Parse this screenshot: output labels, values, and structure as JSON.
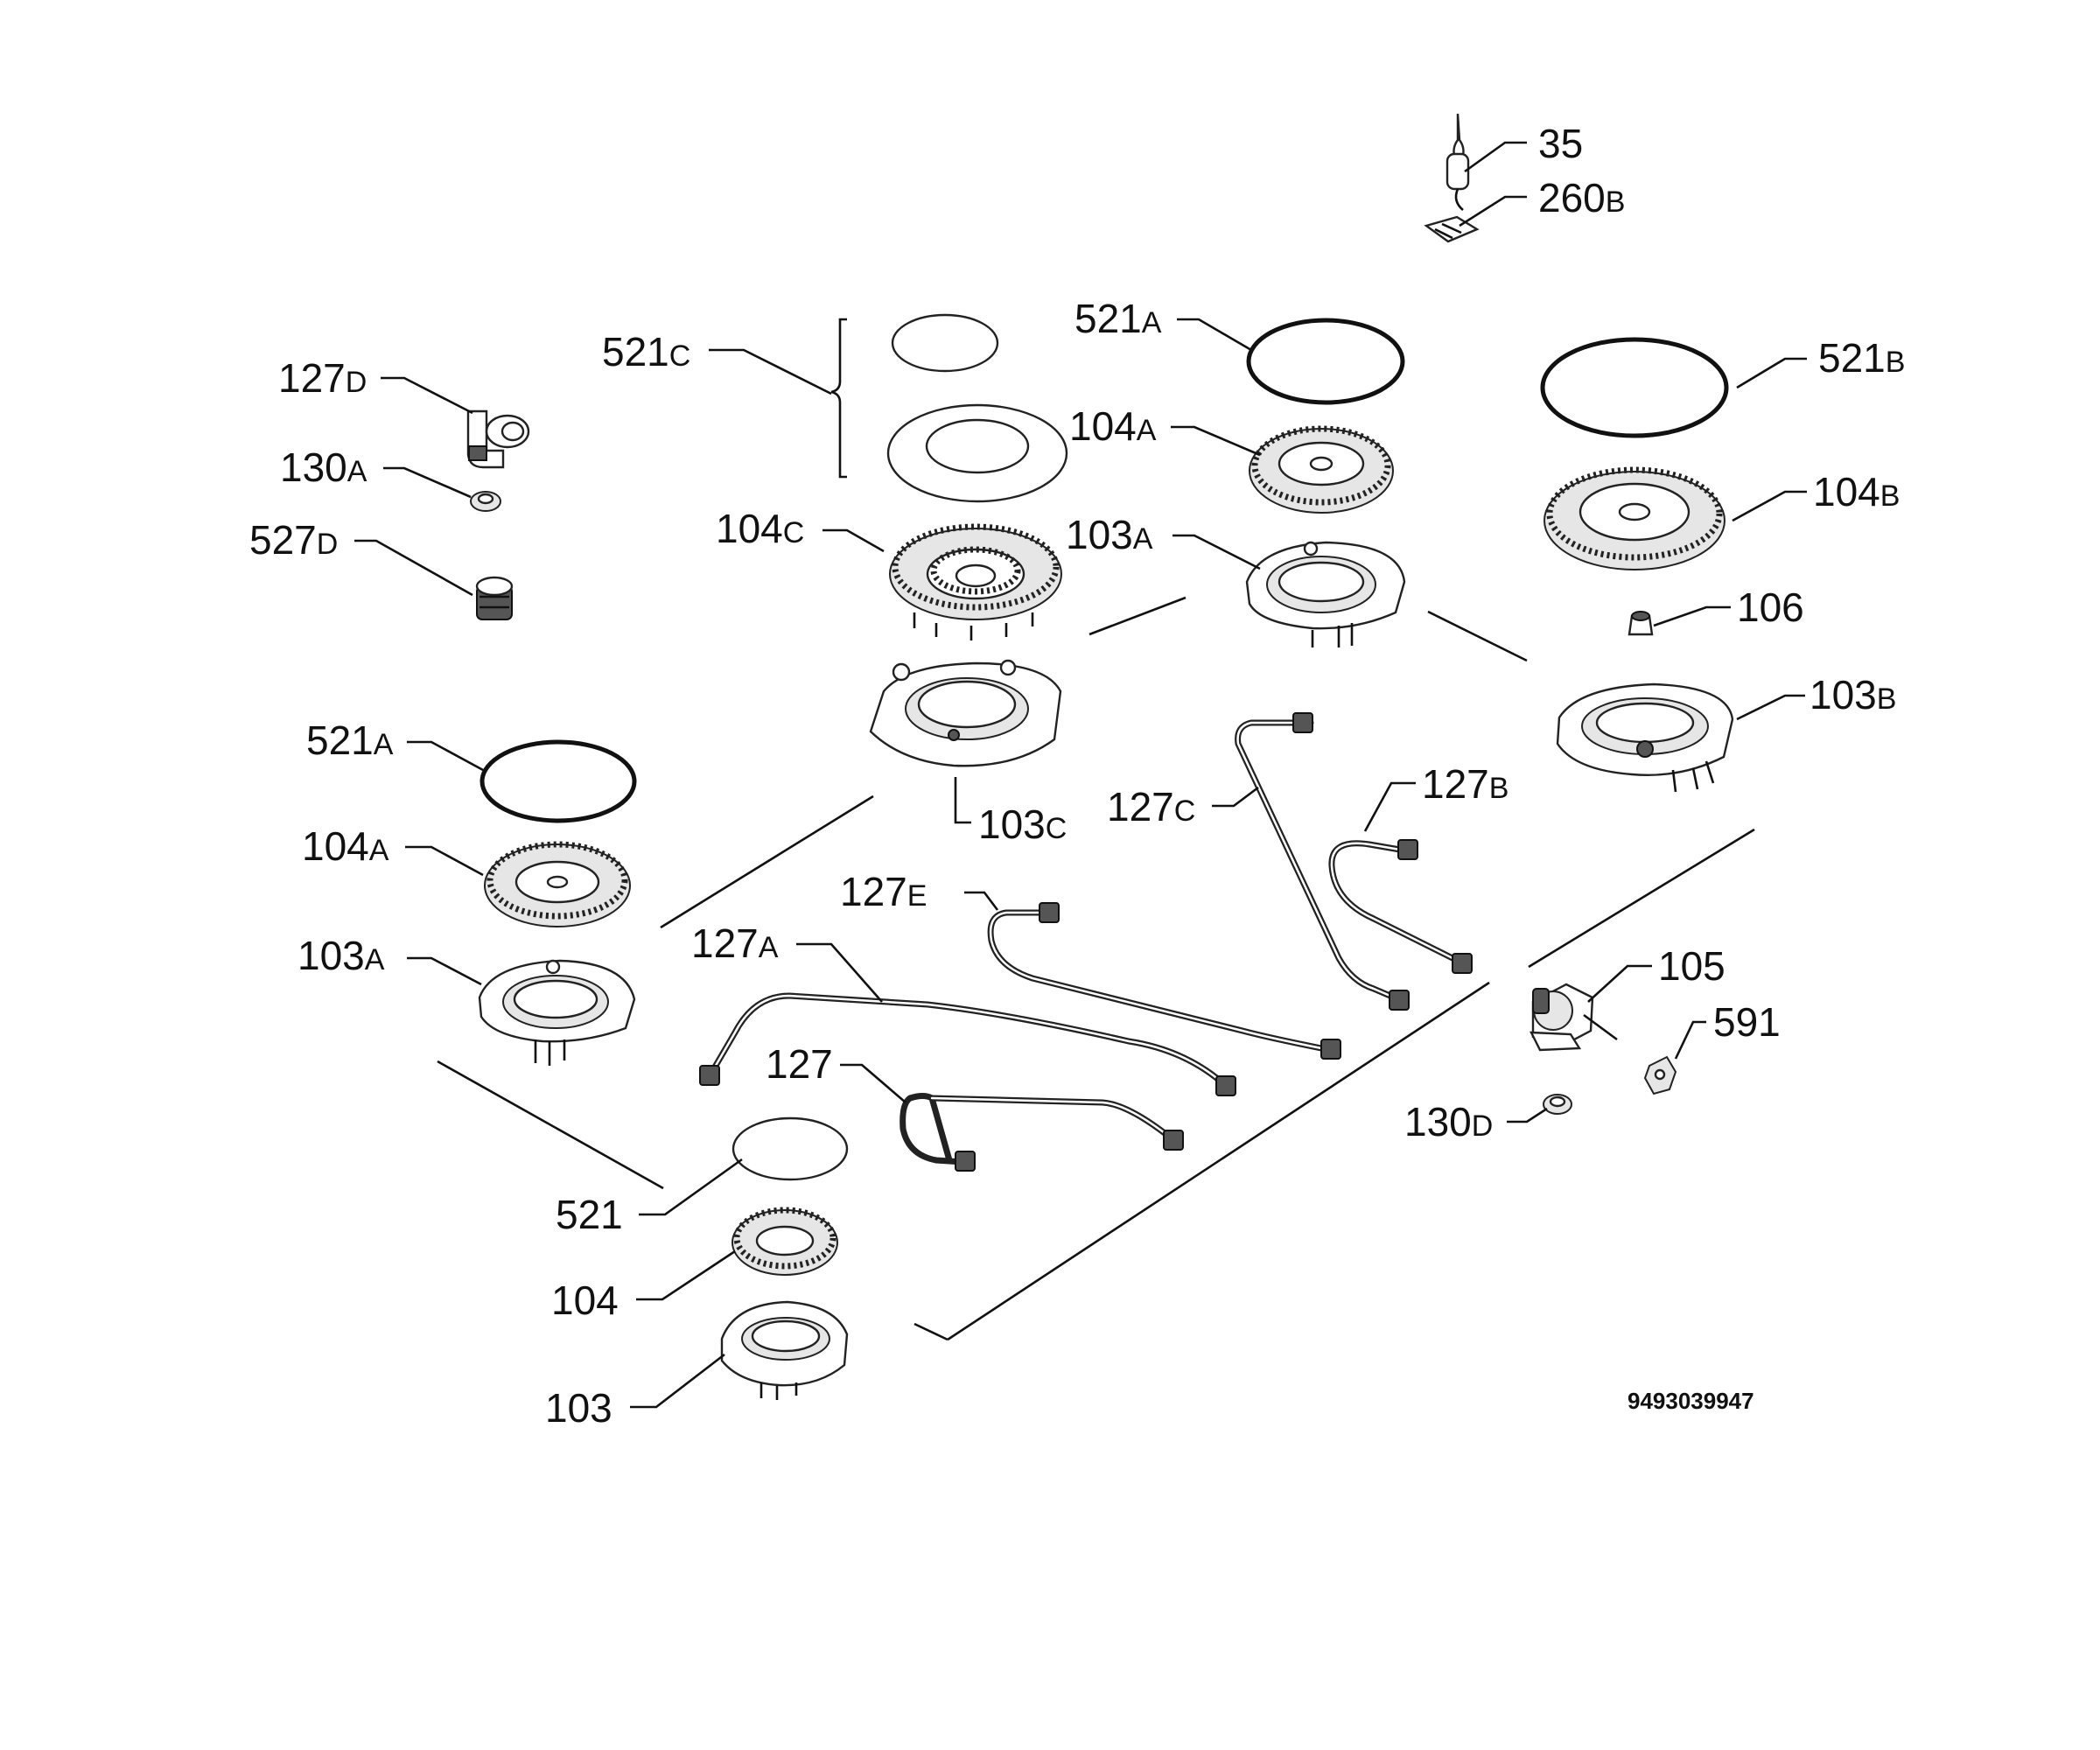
{
  "callouts": [
    {
      "id": "c35",
      "num": "35",
      "suffix": ""
    },
    {
      "id": "c260b",
      "num": "260",
      "suffix": "B"
    },
    {
      "id": "c127d",
      "num": "127",
      "suffix": "D"
    },
    {
      "id": "c130a",
      "num": "130",
      "suffix": "A"
    },
    {
      "id": "c527d",
      "num": "527",
      "suffix": "D"
    },
    {
      "id": "c521c",
      "num": "521",
      "suffix": "C"
    },
    {
      "id": "c104c",
      "num": "104",
      "suffix": "C"
    },
    {
      "id": "c103c",
      "num": "103",
      "suffix": "C"
    },
    {
      "id": "c521a1",
      "num": "521",
      "suffix": "A"
    },
    {
      "id": "c104a1",
      "num": "104",
      "suffix": "A"
    },
    {
      "id": "c103a1",
      "num": "103",
      "suffix": "A"
    },
    {
      "id": "c521b",
      "num": "521",
      "suffix": "B"
    },
    {
      "id": "c104b",
      "num": "104",
      "suffix": "B"
    },
    {
      "id": "c106",
      "num": "106",
      "suffix": ""
    },
    {
      "id": "c103b",
      "num": "103",
      "suffix": "B"
    },
    {
      "id": "c521a2",
      "num": "521",
      "suffix": "A"
    },
    {
      "id": "c104a2",
      "num": "104",
      "suffix": "A"
    },
    {
      "id": "c103a2",
      "num": "103",
      "suffix": "A"
    },
    {
      "id": "c127c",
      "num": "127",
      "suffix": "C"
    },
    {
      "id": "c127b",
      "num": "127",
      "suffix": "B"
    },
    {
      "id": "c127e",
      "num": "127",
      "suffix": "E"
    },
    {
      "id": "c127a",
      "num": "127",
      "suffix": "A"
    },
    {
      "id": "c127",
      "num": "127",
      "suffix": ""
    },
    {
      "id": "c105",
      "num": "105",
      "suffix": ""
    },
    {
      "id": "c591",
      "num": "591",
      "suffix": ""
    },
    {
      "id": "c130d",
      "num": "130",
      "suffix": "D"
    },
    {
      "id": "c521",
      "num": "521",
      "suffix": ""
    },
    {
      "id": "c104",
      "num": "104",
      "suffix": ""
    },
    {
      "id": "c103",
      "num": "103",
      "suffix": ""
    }
  ],
  "document_number": "9493039947"
}
